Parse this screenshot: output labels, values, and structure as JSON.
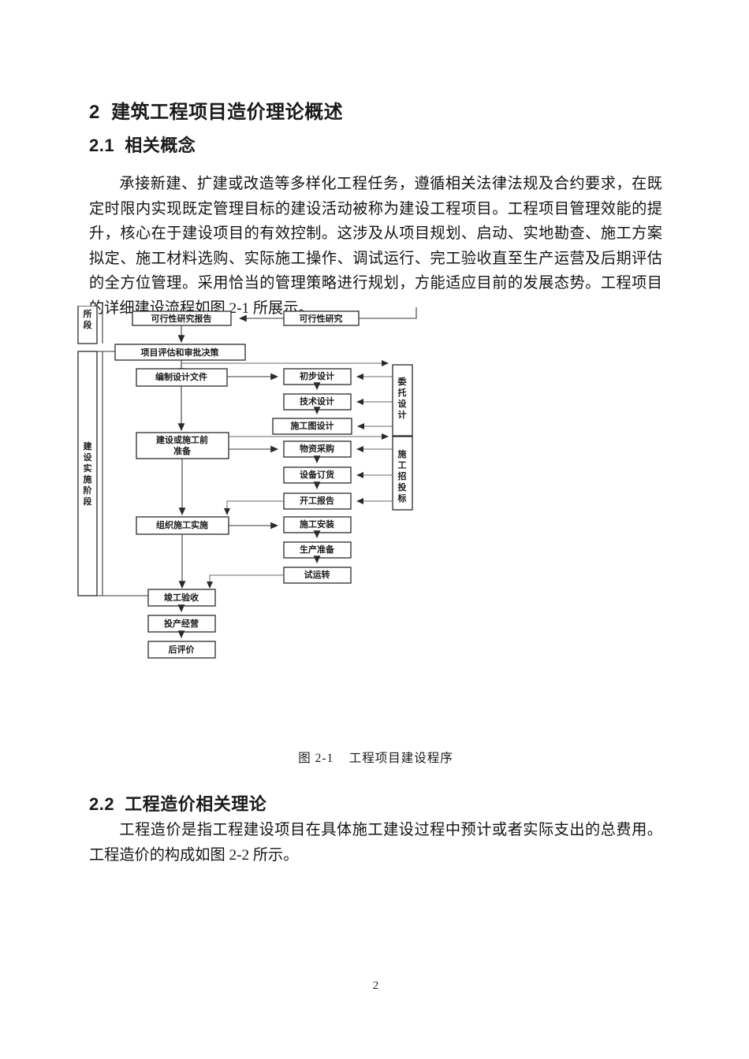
{
  "document": {
    "page_number": "2",
    "section_heading": "2  建筑工程项目造价理论概述",
    "subsection_1": "2.1  相关概念",
    "subsection_2": "2.2  工程造价相关理论",
    "paragraph_1": "承接新建、扩建或改造等多样化工程任务，遵循相关法律法规及合约要求，在既定时限内实现既定管理目标的建设活动被称为建设工程项目。工程项目管理效能的提升，核心在于建设项目的有效控制。这涉及从项目规划、启动、实地勘查、施工方案拟定、施工材料选购、实际施工操作、调试运行、完工验收直至生产运营及后期评估的全方位管理。采用恰当的管理策略进行规划，方能适应目前的发展态势。工程项目的详细建设流程如图 2-1 所展示。",
    "paragraph_2": "工程造价是指工程建设项目在具体施工建设过程中预计或者实际支出的总费用。工程造价的构成如图 2-2 所示。",
    "figure_caption": "图 2-1    工程项目建设程序"
  },
  "figure": {
    "id": "figure-2-1",
    "title": "工程项目建设程序",
    "stage_labels": {
      "stage_decision": "所段",
      "stage_construction": "建设实施阶段"
    },
    "side_labels": {
      "design_commission": "委托设计",
      "construction_bidding": "施工招投标"
    },
    "nodes": {
      "feasibility_study": "可行性研究",
      "feasibility_report": "可行性研究报告",
      "project_appraisal": "项目评估和审批决策",
      "design_docs": "编制设计文件",
      "preliminary_design": "初步设计",
      "technical_design": "技术设计",
      "construction_drawing_design": "施工图设计",
      "pre_construction_prep": "建设或施工前准备",
      "material_procurement": "物资采购",
      "equipment_ordering": "设备订货",
      "commencement_report": "开工报告",
      "organize_construction": "组织施工实施",
      "construction_installation": "施工安装",
      "production_prep": "生产准备",
      "trial_run": "试运转",
      "completion_acceptance": "竣工验收",
      "production_operation": "投产经营",
      "post_evaluation": "后评价"
    }
  }
}
